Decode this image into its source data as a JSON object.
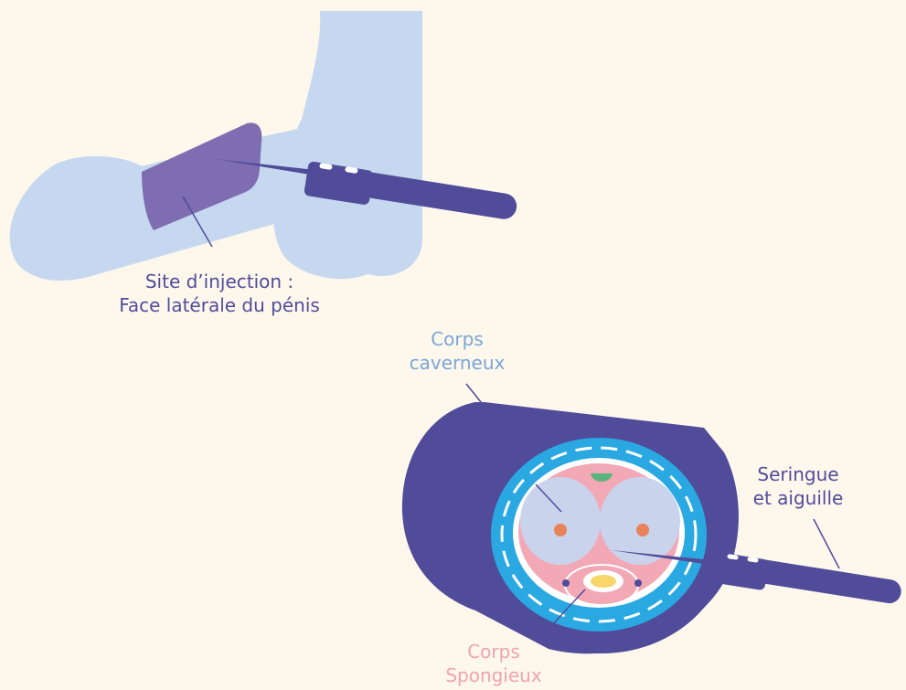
{
  "labels": {
    "injection_site": {
      "line1": "Site d’injection :",
      "line2": "Face latérale du pénis"
    },
    "corpora_cavernosa": {
      "line1": "Corps",
      "line2": "caverneux"
    },
    "syringe_needle": {
      "line1": "Seringue",
      "line2": "et aiguille"
    },
    "corpus_spongiosum": {
      "line1": "Corps",
      "line2": "Spongieux"
    }
  },
  "colors": {
    "background": "#fdf7ec",
    "skin_silhouette": "#c6d8ef",
    "injection_zone": "#7e6db0",
    "syringe": "#514c9a",
    "outer_tissue": "#514c9a",
    "tunica_blue": "#2aa8e2",
    "pink_layer": "#f2a9b5",
    "cavernous_tissue": "#c9d3ec",
    "artery": "#e8825a",
    "dorsal_vein": "#5bb47c",
    "urethra": "#f7d66a",
    "label_dark": "#514c9a",
    "label_blue": "#7aa6d8",
    "label_pink": "#f0a3b0"
  }
}
